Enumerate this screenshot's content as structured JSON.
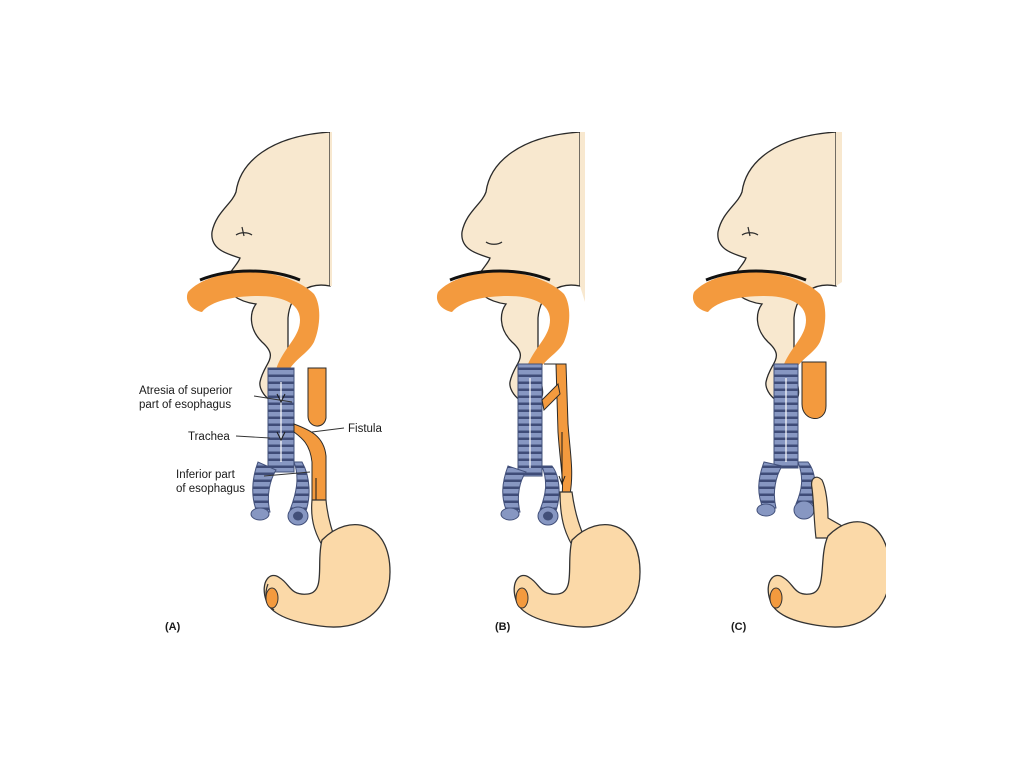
{
  "figure": {
    "panels": [
      {
        "id": "A",
        "label": "(A)"
      },
      {
        "id": "B",
        "label": "(B)"
      },
      {
        "id": "C",
        "label": "(C)"
      }
    ],
    "annotations": {
      "atresia_line1": "Atresia of superior",
      "atresia_line2": "part of esophagus",
      "trachea": "Trachea",
      "fistula": "Fistula",
      "inferior_line1": "Inferior part",
      "inferior_line2": "of esophagus"
    },
    "colors": {
      "skin": "#f8e8cf",
      "skin_outline": "#2a2a2a",
      "esophagus": "#f39a3e",
      "stomach": "#fbd9a8",
      "stomach_outline": "#333333",
      "trachea": "#7f8fb8",
      "trachea_dark": "#42507a"
    }
  }
}
